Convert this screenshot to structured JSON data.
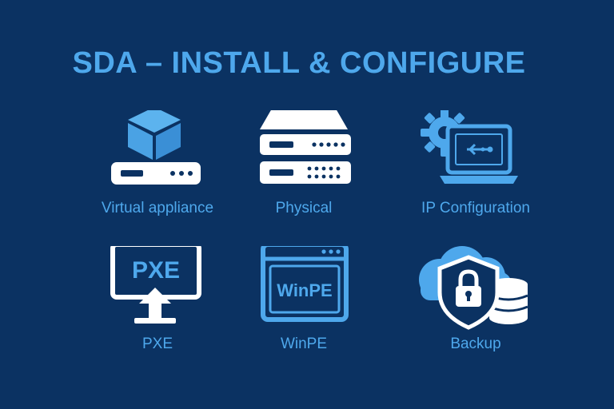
{
  "title": "SDA – INSTALL & CONFIGURE",
  "colors": {
    "background": "#0b3262",
    "accent": "#4ea8ec",
    "white": "#ffffff"
  },
  "items": [
    {
      "label": "Virtual appliance",
      "icon": "virtual-appliance-icon"
    },
    {
      "label": "Physical",
      "icon": "server-rack-icon"
    },
    {
      "label": "IP Configuration",
      "icon": "ip-configuration-icon"
    },
    {
      "label": "PXE",
      "icon": "pxe-monitor-icon",
      "icon_text": "PXE"
    },
    {
      "label": "WinPE",
      "icon": "winpe-window-icon",
      "icon_text": "WinPE"
    },
    {
      "label": "Backup",
      "icon": "cloud-shield-backup-icon"
    }
  ]
}
